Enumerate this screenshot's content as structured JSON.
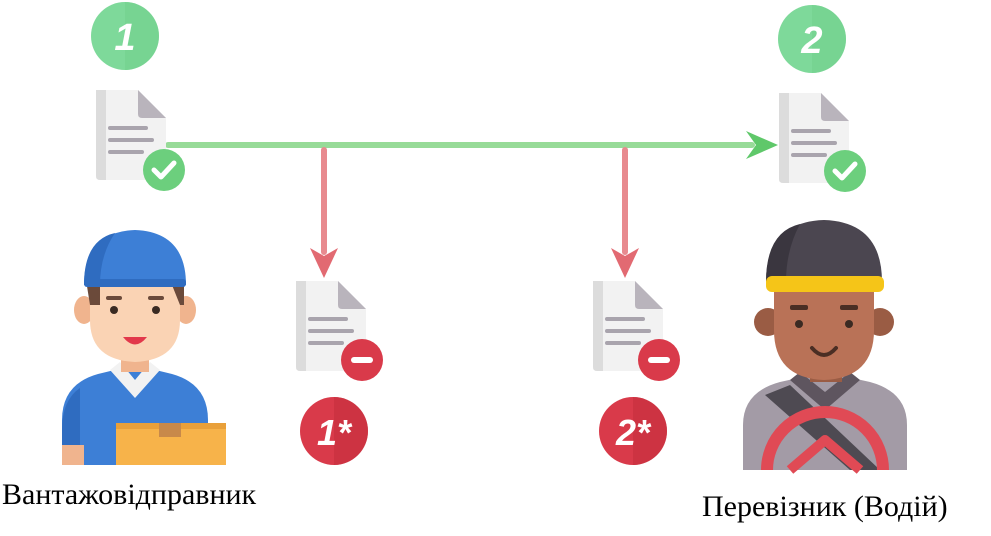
{
  "colors": {
    "badge_green": "#7ED99A",
    "badge_red": "#D93A4A",
    "arrow_green": "#7ED37F",
    "arrow_red": "#E88A8F",
    "document": "#F2F2F2",
    "check": "#6CCF7D",
    "minus": "#D93A4A"
  },
  "badges": {
    "step_1": "1",
    "step_2": "2",
    "reject_1": "1*",
    "reject_2": "2*"
  },
  "labels": {
    "sender": "Вантажовідправник",
    "carrier": "Перевізник (Водій)"
  },
  "icons": {
    "sender_document": "document-check-icon",
    "carrier_document": "document-check-icon",
    "rejected_document_1": "document-minus-icon",
    "rejected_document_2": "document-minus-icon",
    "sender": "courier-person-icon",
    "carrier": "driver-person-icon"
  }
}
